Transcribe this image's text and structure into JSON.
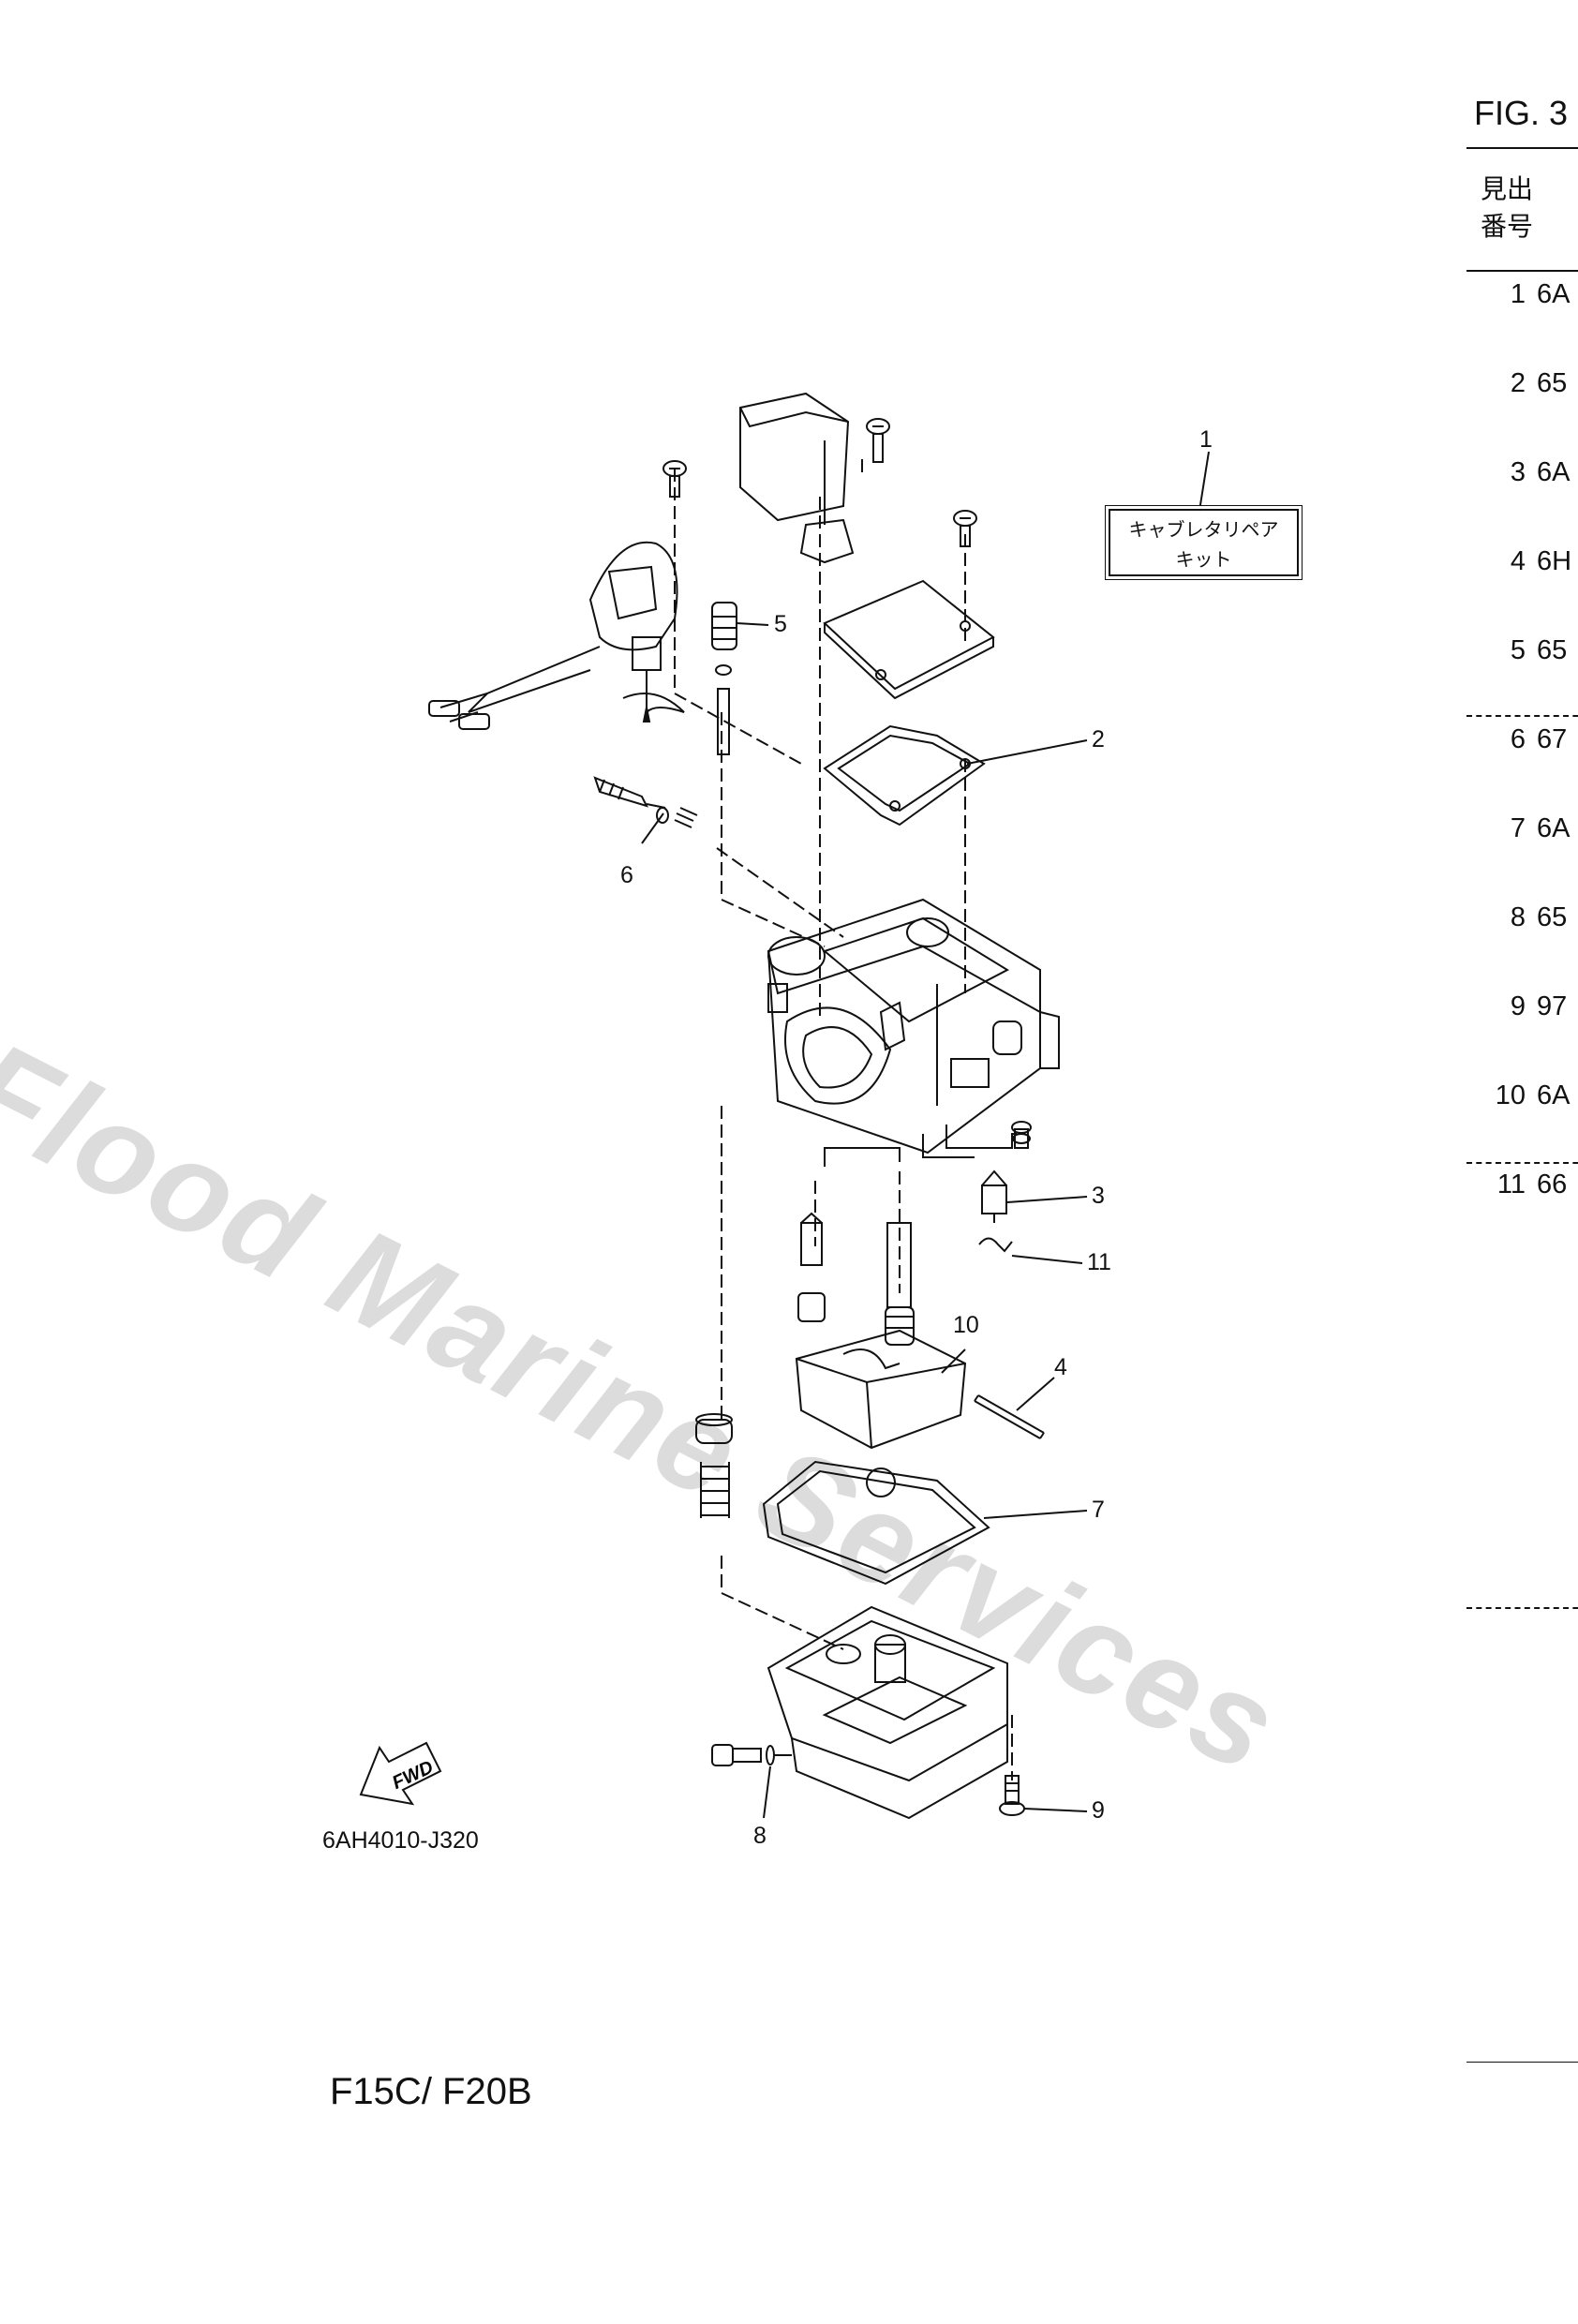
{
  "figure": {
    "title": "FIG. 3",
    "column_header": "見出\n番号"
  },
  "parts_rows": [
    {
      "ref": "1",
      "part_no": "6A"
    },
    {
      "ref": "2",
      "part_no": "65"
    },
    {
      "ref": "3",
      "part_no": "6A"
    },
    {
      "ref": "4",
      "part_no": "6H"
    },
    {
      "ref": "5",
      "part_no": "65"
    },
    {
      "ref": "6",
      "part_no": "67"
    },
    {
      "ref": "7",
      "part_no": "6A"
    },
    {
      "ref": "8",
      "part_no": "65"
    },
    {
      "ref": "9",
      "part_no": "97"
    },
    {
      "ref": "10",
      "part_no": "6A"
    },
    {
      "ref": "11",
      "part_no": "66"
    }
  ],
  "callouts": {
    "c1": "1",
    "c2": "2",
    "c3": "3",
    "c4": "4",
    "c5": "5",
    "c6": "6",
    "c7": "7",
    "c8": "8",
    "c9": "9",
    "c10": "10",
    "c11": "11"
  },
  "kit_label": {
    "line1": "キャブレタリペア",
    "line2": "キット"
  },
  "fwd_label": "FWD",
  "diagram_code": "6AH4010-J320",
  "model_label": "F15C/ F20B",
  "watermark": "Flood Marine Services"
}
